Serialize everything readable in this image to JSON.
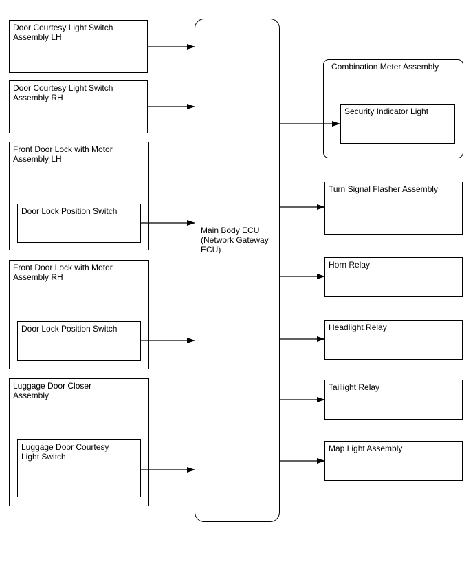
{
  "inputs": {
    "door_courtesy_lh": "Door Courtesy Light Switch\nAssembly LH",
    "door_courtesy_rh": "Door Courtesy Light Switch\nAssembly RH",
    "front_door_lock_lh": "Front Door Lock with Motor\nAssembly LH",
    "door_lock_position_switch_lh": "Door Lock Position Switch",
    "front_door_lock_rh": "Front Door Lock with Motor\nAssembly RH",
    "door_lock_position_switch_rh": "Door Lock Position Switch",
    "luggage_door_closer": "Luggage Door Closer\nAssembly",
    "luggage_door_courtesy_switch": "Luggage Door Courtesy\nLight Switch"
  },
  "ecu": {
    "label": "Main Body ECU\n(Network Gateway\nECU)"
  },
  "outputs": {
    "combination_meter": "Combination Meter Assembly",
    "security_indicator": "Security Indicator Light",
    "turn_signal_flasher": "Turn Signal Flasher Assembly",
    "horn_relay": "Horn Relay",
    "headlight_relay": "Headlight Relay",
    "taillight_relay": "Taillight Relay",
    "map_light": "Map Light Assembly"
  }
}
